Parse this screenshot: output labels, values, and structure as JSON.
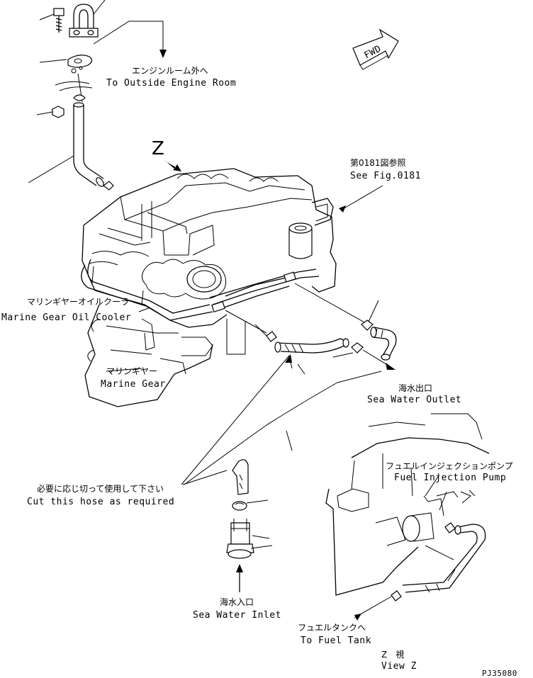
{
  "labels": {
    "outside_room_jp": "エンジンルーム外へ",
    "outside_room_en": "To Outside Engine Room",
    "fwd": "FWD",
    "view_letter": "Z",
    "see_fig_jp": "第0181図参照",
    "see_fig_en": "See Fig.0181",
    "oil_cooler_jp": "マリンギヤーオイルクーラ",
    "oil_cooler_en": "Marine Gear Oil Cooler",
    "marine_gear_jp": "マリンギヤー",
    "marine_gear_en": "Marine Gear",
    "outlet_jp": "海水出口",
    "outlet_en": "Sea Water Outlet",
    "pump_jp": "フュエルインジェクションポンプ",
    "pump_en": "Fuel Injection Pump",
    "cut_hose_jp": "必要に応じ切って使用して下さい",
    "cut_hose_en": "Cut this hose as required",
    "inlet_jp": "海水入口",
    "inlet_en": "Sea Water Inlet",
    "fuel_tank_jp": "フュエルタンクへ",
    "fuel_tank_en": "To Fuel Tank",
    "view_z_jp": "Z　視",
    "view_z_en": "View Z",
    "drawing_no": "PJ35080"
  }
}
